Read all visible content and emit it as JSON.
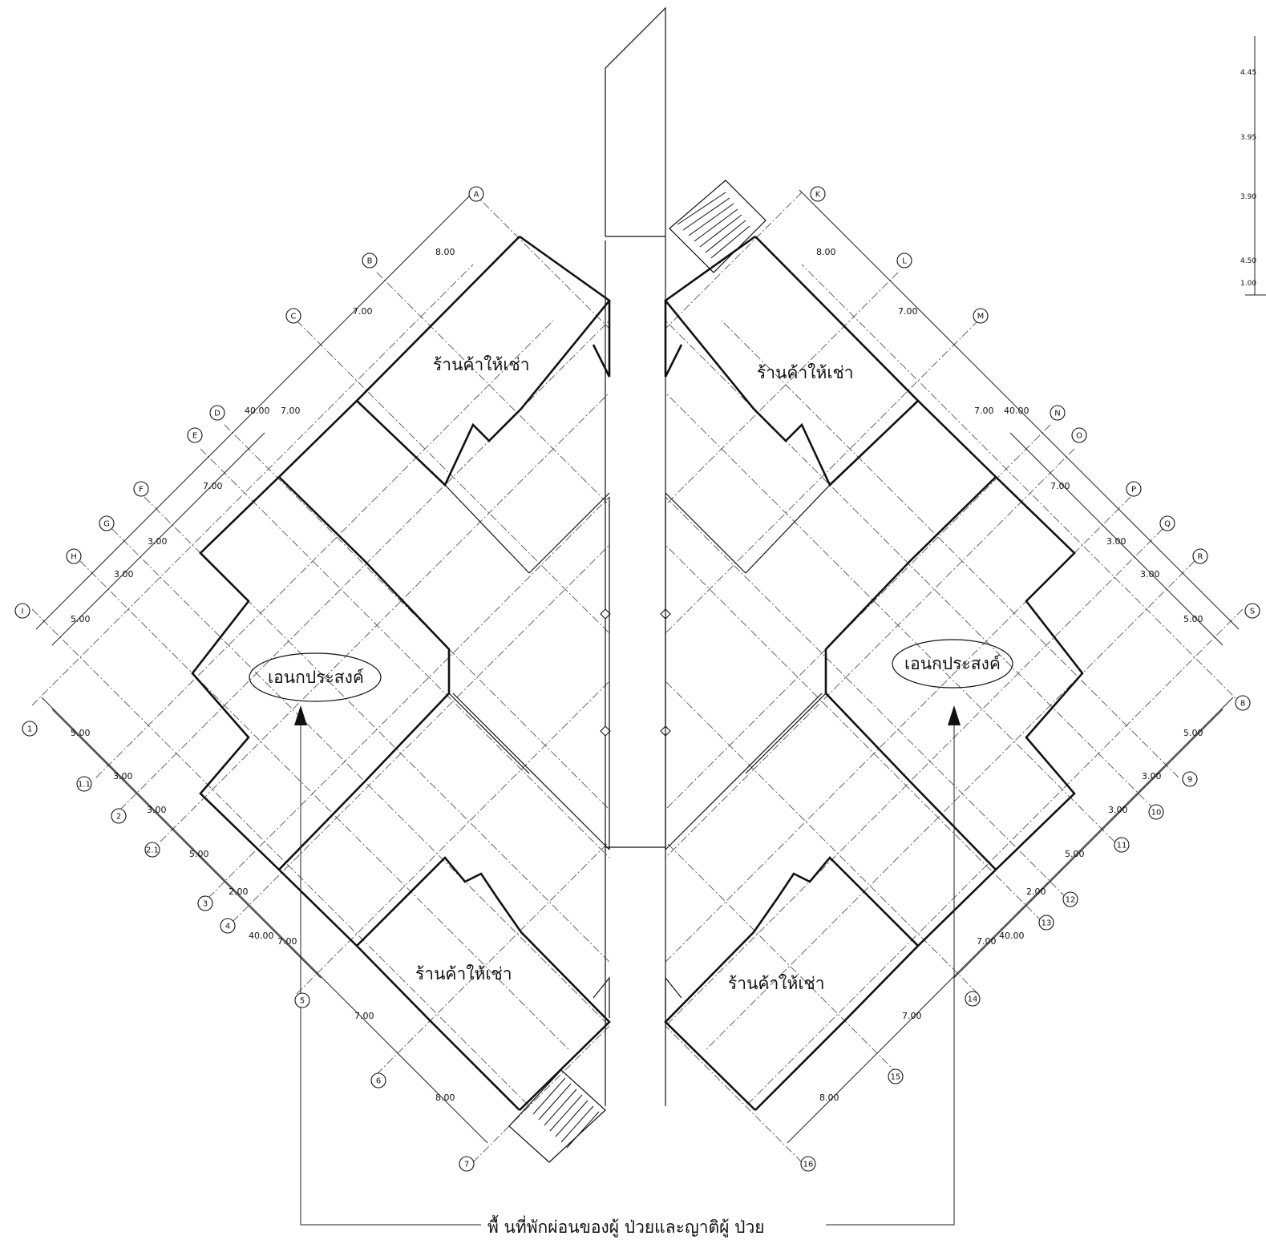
{
  "rooms": {
    "rental_labels": [
      "ร้านค้าให้เช่า",
      "ร้านค้าให้เช่า",
      "ร้านค้าให้เช่า",
      "ร้านค้าให้เช่า"
    ],
    "multipurpose_labels": [
      "เอนกประสงค์",
      "เอนกประสงค์"
    ]
  },
  "note": {
    "text": "พื้ นที่พักผ่อนของผู้ ป่วยและญาติผู้ ป่วย"
  },
  "grid_labels": {
    "left_upper": [
      "A",
      "B",
      "C",
      "D",
      "E",
      "F",
      "G",
      "H",
      "I"
    ],
    "left_lower": [
      "1",
      "1.1",
      "2",
      "2.1",
      "3",
      "4",
      "5",
      "6",
      "7"
    ],
    "right_upper": [
      "K",
      "L",
      "M",
      "N",
      "O",
      "P",
      "Q",
      "R",
      "S"
    ],
    "right_lower": [
      "8",
      "9",
      "10",
      "11",
      "12",
      "13",
      "14",
      "15",
      "16"
    ]
  },
  "dimensions": {
    "left_upper": [
      "8.00",
      "7.00",
      "7.00",
      "7.00",
      "3.00",
      "3.00",
      "5.00"
    ],
    "left_upper_total": "40.00",
    "left_lower": [
      "5.00",
      "3.00",
      "3.00",
      "5.00",
      "2.00",
      "7.00",
      "7.00",
      "8.00"
    ],
    "left_lower_total": "40.00",
    "right_upper": [
      "8.00",
      "7.00",
      "7.00",
      "7.00",
      "3.00",
      "3.00",
      "5.00"
    ],
    "right_upper_total": "40.00",
    "right_lower": [
      "5.00",
      "3.00",
      "3.00",
      "5.00",
      "2.00",
      "7.00",
      "7.00",
      "8.00"
    ],
    "right_lower_total": "40.00"
  },
  "edge_dimensions": [
    "4.45",
    "3.95",
    "3.90",
    "4.50",
    "1.00"
  ]
}
